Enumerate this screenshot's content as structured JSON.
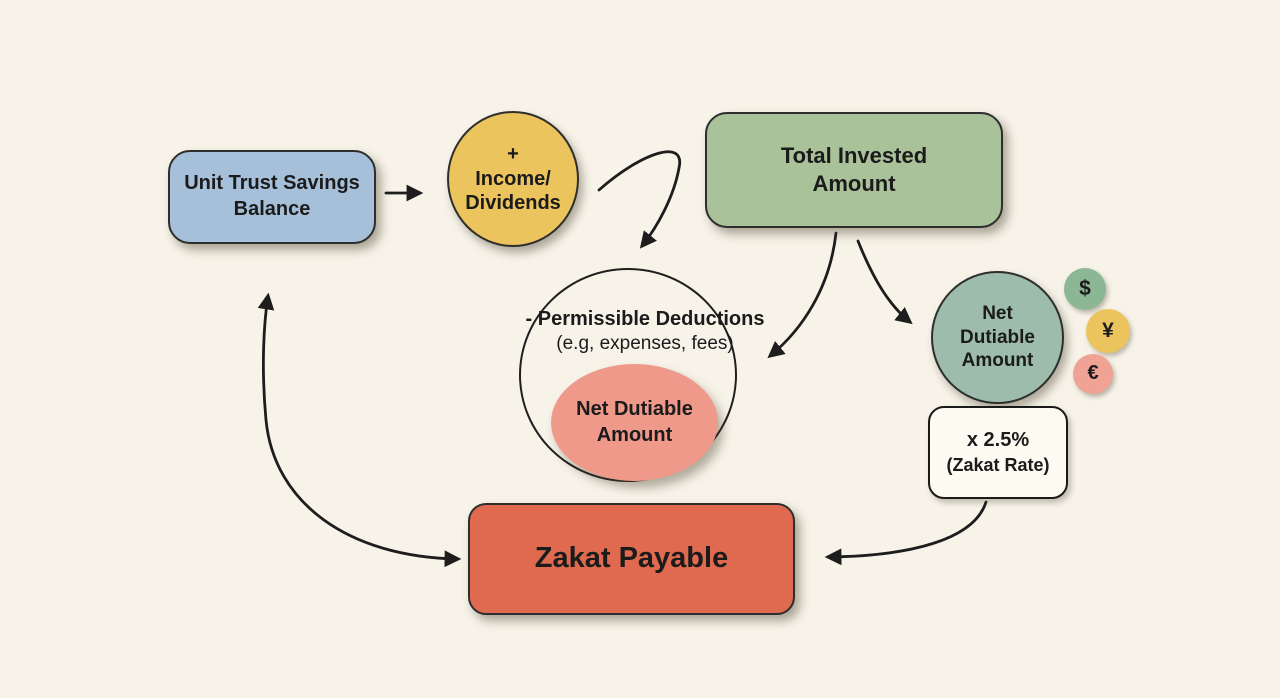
{
  "diagram": {
    "background": "#f7f3e9",
    "arrow_color": "#1d1d1d"
  },
  "nodes": {
    "unit_trust": {
      "lines": [
        "Unit Trust Savings",
        "Balance"
      ],
      "fill": "#a6c0da"
    },
    "income_dividends": {
      "lines": [
        "+",
        "Income/",
        "Dividends"
      ],
      "fill": "#ecc45e"
    },
    "total_invested": {
      "lines": [
        "Total Invested",
        "Amount"
      ],
      "fill": "#a9c299"
    },
    "permissible_deductions": {
      "lines": [
        "- Permissible Deductions",
        "(e.g, expenses, fees)"
      ]
    },
    "net_dutiable_center": {
      "lines": [
        "Net Dutiable",
        "Amount"
      ],
      "fill": "#ee998a"
    },
    "net_dutiable_right": {
      "lines": [
        "Net",
        "Dutiable",
        "Amount"
      ],
      "fill": "#9dbcab"
    },
    "zakat_rate": {
      "lines": [
        "x 2.5%",
        "(Zakat Rate)"
      ],
      "fill": "#fdfbf1"
    },
    "zakat_payable": {
      "label": "Zakat Payable",
      "fill": "#e06a50"
    }
  },
  "currencies": [
    {
      "symbol": "$",
      "fill": "#8cb794"
    },
    {
      "symbol": "¥",
      "fill": "#ecc45e"
    },
    {
      "symbol": "€",
      "fill": "#f0a294"
    }
  ]
}
